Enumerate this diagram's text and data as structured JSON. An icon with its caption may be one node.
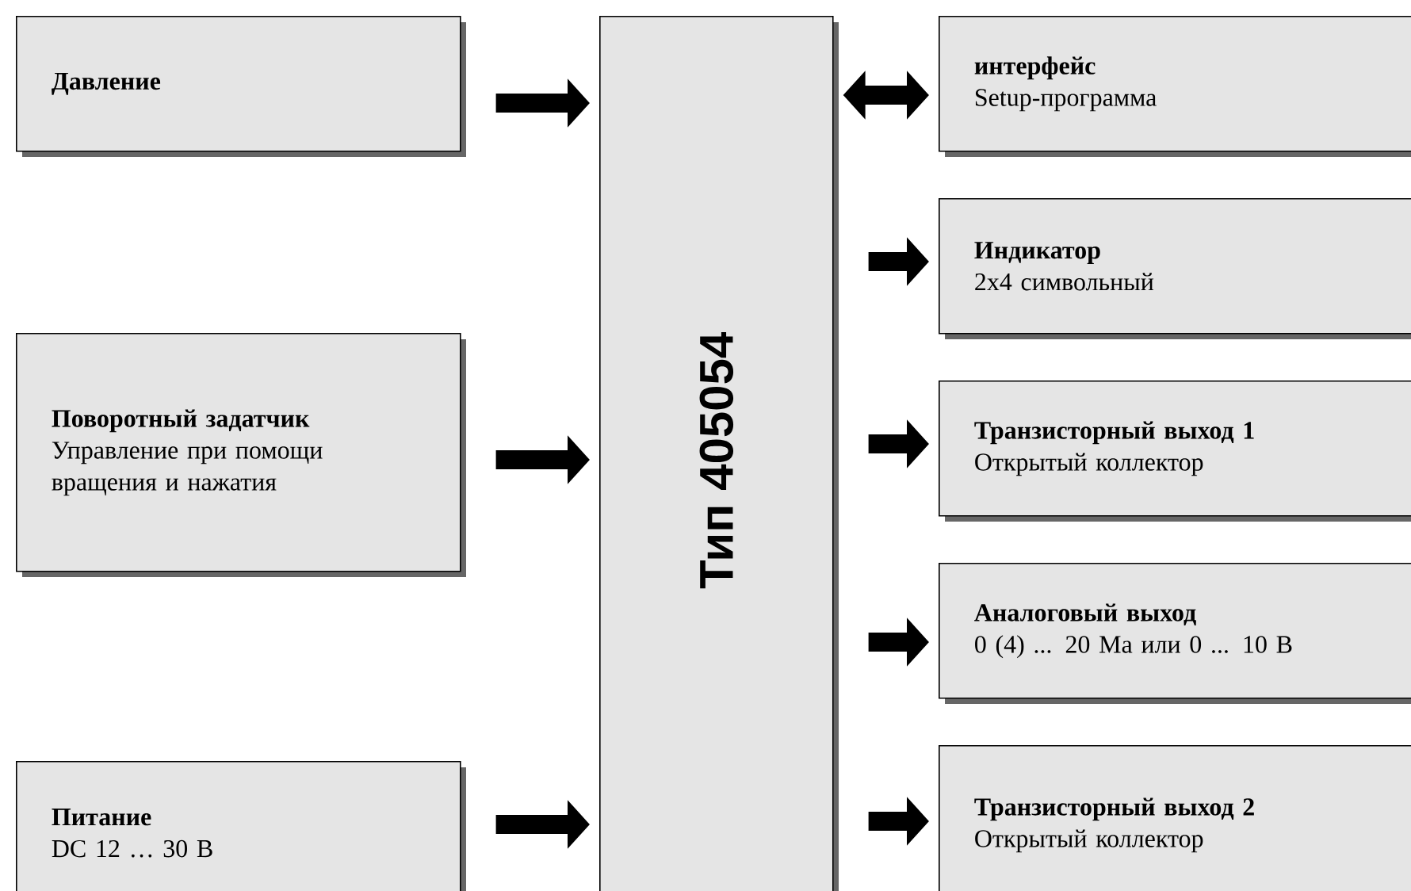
{
  "diagram": {
    "nodes": [
      {
        "text": [
          "Давление"
        ]
      },
      {
        "text": [
          "Поворотный задатчик",
          "Управление при помощи вращения и нажатия"
        ]
      },
      {
        "text": [
          "Питание",
          "DC 12 … 30 В"
        ]
      },
      {
        "text": [
          "Тип  405054"
        ]
      },
      {
        "text": [
          "интерфейс",
          "Setup-программа"
        ]
      },
      {
        "text": [
          "Индикатор",
          "2x4 символьный"
        ]
      },
      {
        "text": [
          "Транзисторный выход 1",
          "Открытый коллектор"
        ]
      },
      {
        "text": [
          "Аналоговый выход",
          "0 (4) ... 20 Ма или 0 ... 10 В"
        ]
      },
      {
        "text": [
          "Транзисторный выход 2",
          "Открытый коллектор"
        ]
      }
    ],
    "edges": [
      {
        "from": 0,
        "to": 3,
        "arrow": "to"
      },
      {
        "from": 1,
        "to": 3,
        "arrow": "to"
      },
      {
        "from": 2,
        "to": 3,
        "arrow": "to"
      },
      {
        "from": 3,
        "to": 4,
        "arrow": "both"
      },
      {
        "from": 3,
        "to": 5,
        "arrow": "to"
      },
      {
        "from": 3,
        "to": 6,
        "arrow": "to"
      },
      {
        "from": 3,
        "to": 7,
        "arrow": "to"
      },
      {
        "from": 3,
        "to": 8,
        "arrow": "to"
      }
    ]
  }
}
